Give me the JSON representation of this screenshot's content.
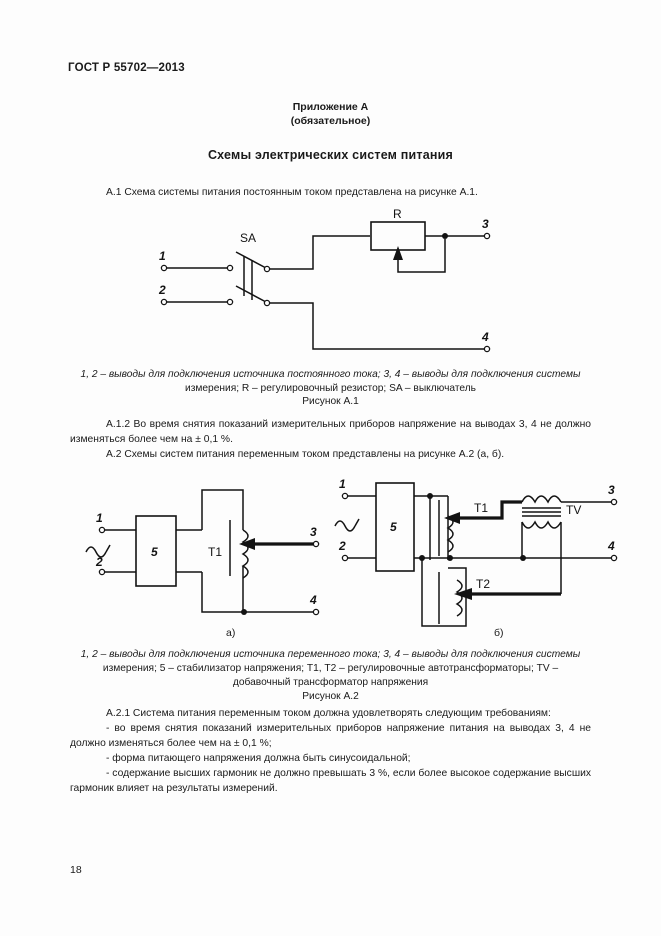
{
  "document": {
    "standard_header": "ГОСТ Р 55702—2013",
    "page_number": "18"
  },
  "appendix": {
    "line1": "Приложение А",
    "line2": "(обязательное)",
    "title": "Схемы электрических систем питания"
  },
  "paragraphs": {
    "a1": "А.1 Схема системы питания постоянным током представлена на рисунке А.1.",
    "a1_2": "А.1.2 Во время снятия показаний измерительных приборов напряжение на выводах 3, 4 не должно изменяться более чем на ± 0,1 %.",
    "a2": "А.2 Схемы систем питания переменным током представлены на рисунке А.2 (а, б).",
    "a2_1": "А.2.1 Система питания переменным током должна удовлетворять следующим требованиям:",
    "bullet1": "- во время снятия показаний измерительных приборов напряжение питания на выводах 3, 4 не должно изменяться более чем на ± 0,1 %;",
    "bullet2": "- форма питающего напряжения должна быть синусоидальной;",
    "bullet3": "- содержание высших гармоник не должно превышать 3 %, если более высокое содержание высших гармоник влияет на результаты измерений."
  },
  "figure_a1": {
    "caption_line1": "1, 2 – выводы для подключения источника постоянного тока; 3, 4 – выводы для подключения системы",
    "caption_line2": "измерения; R – регулировочный резистор; SA – выключатель",
    "figure_number": "Рисунок А.1",
    "labels": {
      "terminal_1": "1",
      "terminal_2": "2",
      "terminal_3": "3",
      "terminal_4": "4",
      "switch": "SA",
      "resistor": "R"
    }
  },
  "figure_a2": {
    "caption_line1": "1, 2 – выводы для подключения источника переменного тока; 3, 4 – выводы для подключения системы",
    "caption_line2": "измерения; 5 – стабилизатор напряжения; Т1, Т2 – регулировочные автотрансформаторы; TV –",
    "caption_line3": "добавочный трансформатор напряжения",
    "figure_number": "Рисунок А.2",
    "subfigure_a_label": "а)",
    "subfigure_b_label": "б)",
    "diagram_a": {
      "terminal_1": "1",
      "terminal_2": "2",
      "terminal_3": "3",
      "terminal_4": "4",
      "stabilizer": "5",
      "autotransformer": "Т1"
    },
    "diagram_b": {
      "terminal_1": "1",
      "terminal_2": "2",
      "terminal_3": "3",
      "terminal_4": "4",
      "stabilizer": "5",
      "autotransformer_1": "Т1",
      "autotransformer_2": "Т2",
      "voltage_transformer": "TV"
    }
  },
  "colors": {
    "ink": "#131313",
    "paper": "#fdfdfd"
  }
}
